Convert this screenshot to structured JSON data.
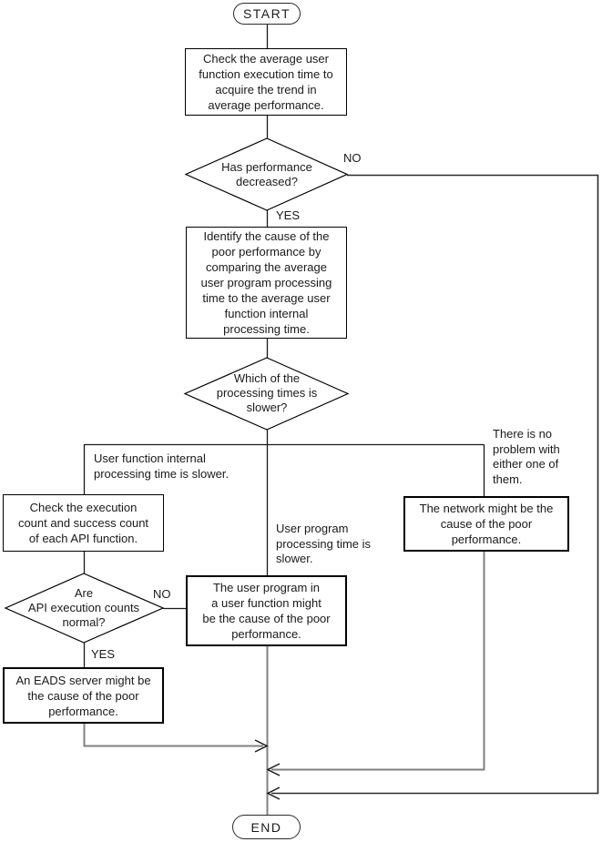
{
  "nodes": {
    "start": "START",
    "check_trend": "Check the average user\nfunction execution time to\nacquire the trend in\naverage performance.",
    "perf_decreased": "Has performance\ndecreased?",
    "identify_cause": "Identify the cause of the\npoor performance by\ncomparing the average\nuser program processing\ntime to the average user\nfunction internal\nprocessing time.",
    "which_slower": "Which of the\nprocessing times is\nslower?",
    "check_api": "Check the execution\ncount and success count\nof each API function.",
    "api_counts_normal": "Are\nAPI execution counts\nnormal?",
    "eads_cause": "An EADS server might be\nthe cause of the poor\nperformance.",
    "user_program_cause": "The user program in\na user function might\nbe the cause of the poor\nperformance.",
    "network_cause": "The network might be the\ncause of the poor\nperformance.",
    "end": "END"
  },
  "edge_labels": {
    "no_performance": "NO",
    "yes_performance": "YES",
    "branch_internal": "User function internal\nprocessing time is slower.",
    "branch_user_program": "User program\nprocessing time is\nslower.",
    "branch_no_problem": "There is no\nproblem with\neither one of\nthem.",
    "no_api": "NO",
    "yes_api": "YES"
  },
  "colors": {
    "line": "#1a1a1a",
    "muted_line": "#808080",
    "border": "#000000",
    "background": "#ffffff"
  }
}
